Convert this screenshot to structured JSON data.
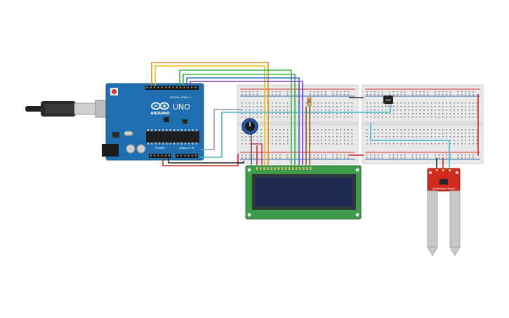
{
  "arduino": {
    "brand": "ARDUINO",
    "model": "UNO",
    "digital_label": "DIGITAL (PWM ~)",
    "power_label": "POWER",
    "analog_label": "ANALOG IN",
    "board_color": "#1f6fb0"
  },
  "soil_sensor": {
    "label": "Soil Moisture Sensor",
    "board_color": "#d22a1e"
  },
  "temp_sensor": {
    "label": "TMP"
  },
  "colors": {
    "lcd_pcb": "#3f9a4b",
    "lcd_screen": "#1e2a4f",
    "breadboard": "#e9e9e9",
    "rail_red": "#d9302c",
    "rail_blue": "#2f64b5"
  }
}
